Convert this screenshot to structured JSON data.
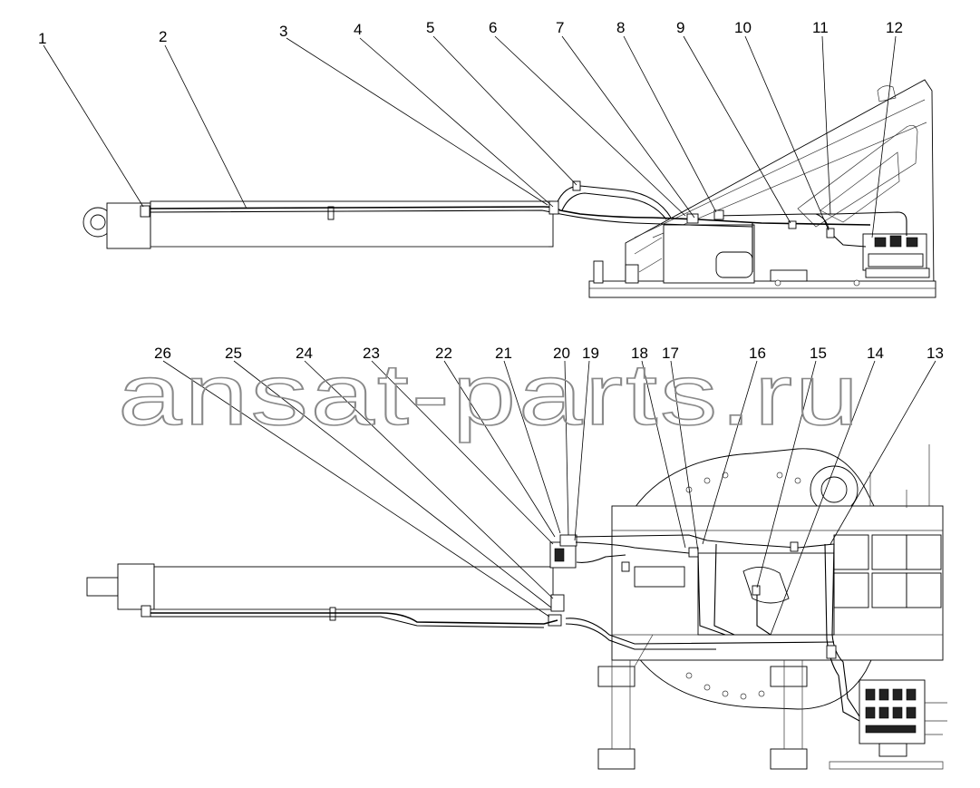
{
  "watermark": {
    "text": "ansat-parts.ru"
  },
  "top_callouts": [
    "1",
    "2",
    "3",
    "4",
    "5",
    "6",
    "7",
    "8",
    "9",
    "10",
    "11",
    "12"
  ],
  "bottom_callouts": [
    "26",
    "25",
    "24",
    "23",
    "22",
    "21",
    "20",
    "19",
    "18",
    "17",
    "16",
    "15",
    "14",
    "13"
  ]
}
